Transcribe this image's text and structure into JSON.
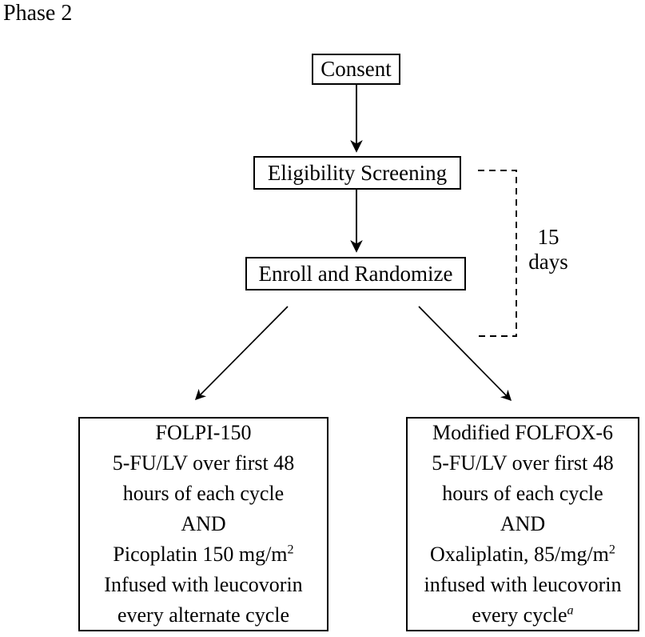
{
  "page": {
    "phase_label": "Phase 2",
    "background_color": "#ffffff",
    "line_color": "#000000",
    "text_color": "#000000"
  },
  "flowchart": {
    "consent_label": "Consent",
    "eligibility_label": "Eligibility Screening",
    "enroll_label": "Enroll and Randomize",
    "duration_note": {
      "line1": "15",
      "line2": "days"
    },
    "left_arm": {
      "title": "FOLPI-150",
      "line2": "5-FU/LV over first 48",
      "line3": "hours of each cycle",
      "line4": "AND",
      "line5_main": "Picoplatin 150 mg/m",
      "line5_sup": "2",
      "line6": "Infused with leucovorin",
      "line7": "every alternate cycle"
    },
    "right_arm": {
      "title": "Modified FOLFOX-6",
      "line2": "5-FU/LV over first 48",
      "line3": "hours of each cycle",
      "line4": "AND",
      "line5_main": "Oxaliplatin, 85/mg/m",
      "line5_sup": "2",
      "line6": "infused with leucovorin",
      "line7_main": "every cycle",
      "line7_sup": "a"
    }
  }
}
